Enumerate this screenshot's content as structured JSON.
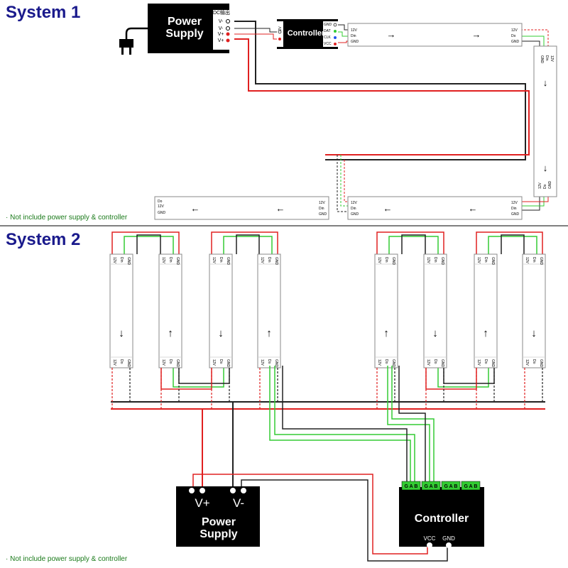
{
  "system1": {
    "title": "System 1",
    "power_supply": {
      "line1": "Power",
      "line2": "Supply",
      "port_header": "DC输出",
      "ports": [
        "V-",
        "V-",
        "V+",
        "V+"
      ]
    },
    "controller": {
      "label": "Controller",
      "in_ports": [
        "12V",
        "GND"
      ],
      "out_ports": [
        "GND",
        "DAT",
        "CLK",
        "VCC"
      ]
    },
    "strip_top": {
      "left_pins": [
        "12V",
        "Din",
        "GND"
      ],
      "right_pins": [
        "12V",
        "Do",
        "GND"
      ]
    },
    "strip_vertical": {
      "top_pins": [
        "GND",
        "Din",
        "12V"
      ],
      "bottom_pins": [
        "12V",
        "Do",
        "GND"
      ]
    },
    "strip_bottom_right": {
      "left_pins": [
        "12V",
        "Din",
        "GND"
      ],
      "right_pins": [
        "12V",
        "Din",
        "GND"
      ]
    },
    "strip_bottom_left": {
      "left_pins": [
        "Do",
        "12V",
        "GND"
      ],
      "right_pins": [
        "12V",
        "Din",
        "GND"
      ]
    },
    "note": "· Not include power supply & controller"
  },
  "system2": {
    "title": "System 2",
    "strip_top_pins": [
      "12V",
      "Din",
      "GND"
    ],
    "strip_bottom_pins": [
      "12V",
      "Do",
      "GND"
    ],
    "power_supply": {
      "plus": "V+",
      "minus": "V-",
      "line1": "Power",
      "line2": "Supply"
    },
    "controller": {
      "label": "Controller",
      "terminal": "G A B",
      "vcc": "VCC",
      "gnd": "GND"
    },
    "note": "· Not include power supply & controller"
  },
  "colors": {
    "title": "#1a1a8c",
    "note": "#1a7a1a",
    "wire_pos": "#e02020",
    "wire_neg": "#222222",
    "wire_data": "#33cc33",
    "terminal": "#33cc33",
    "box": "#000000",
    "strip_border": "#888888"
  }
}
